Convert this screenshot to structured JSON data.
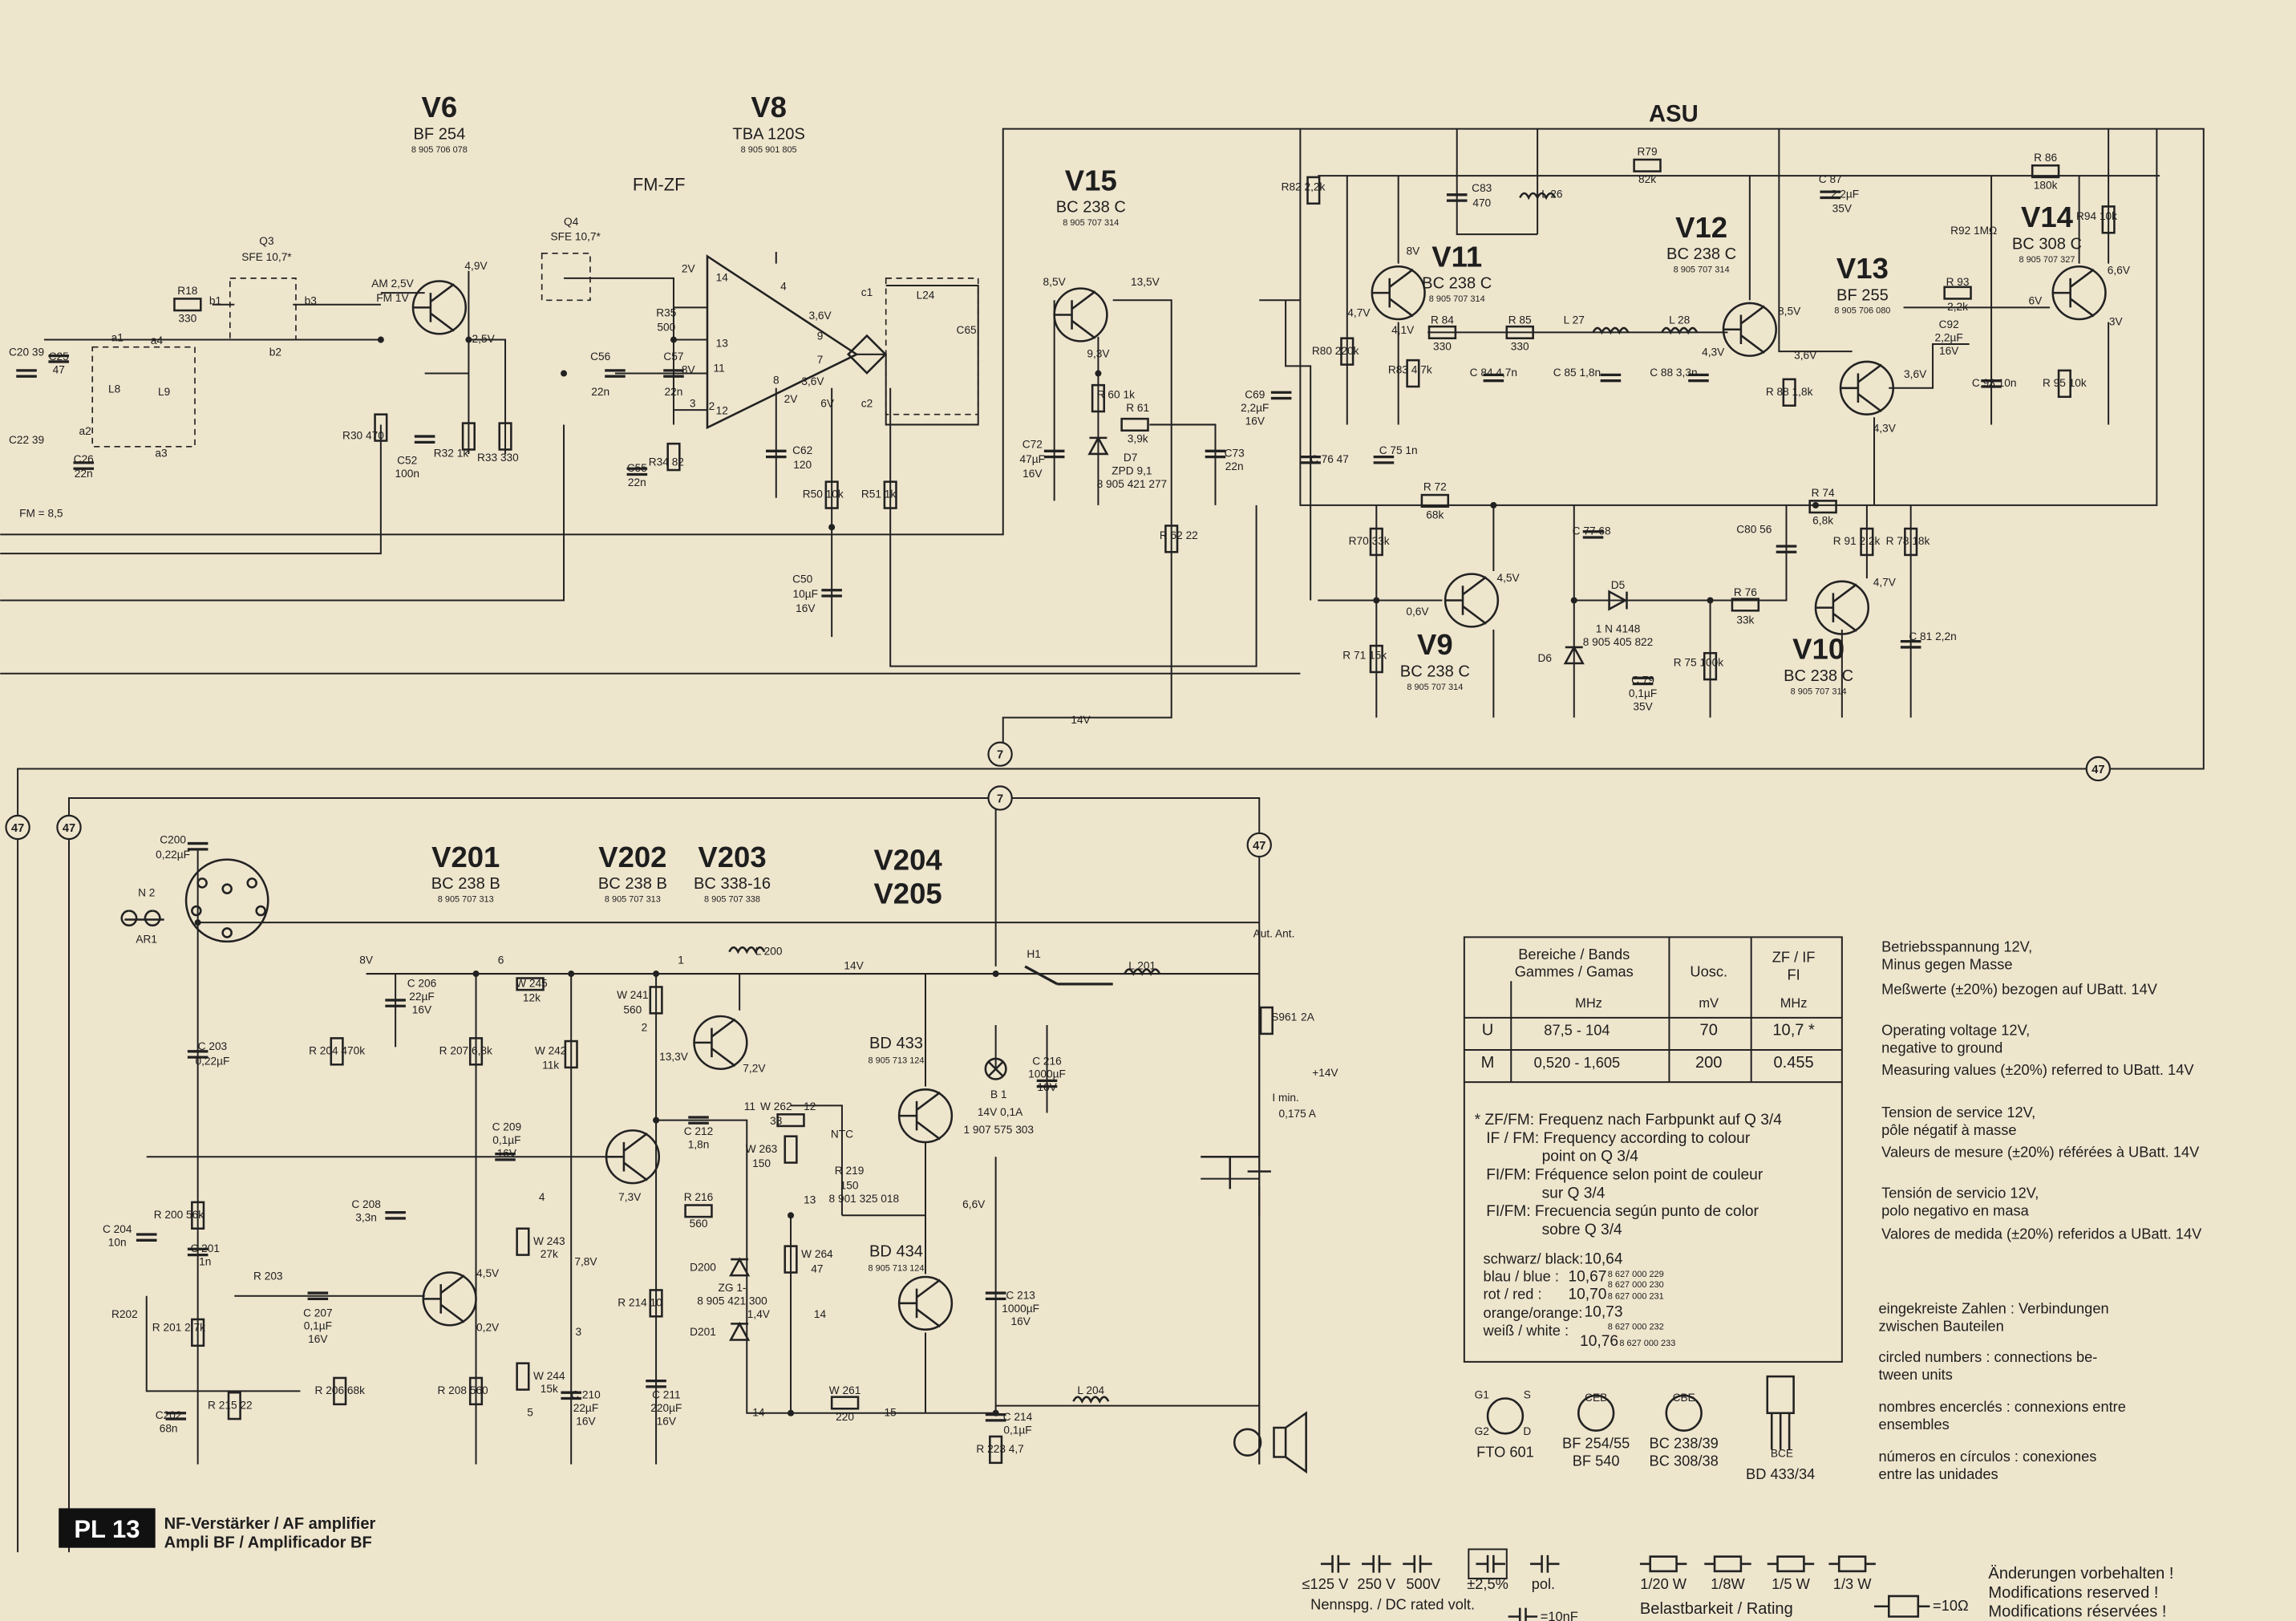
{
  "sections": {
    "asu": "ASU",
    "fmzf": "FM-ZF",
    "board": "PL 13",
    "board_desc1": "NF-Verstärker / AF amplifier",
    "board_desc2": "Ampli BF / Amplificador BF"
  },
  "stages": [
    {
      "name": "V6",
      "type": "BF 254",
      "part": "8 905 706 078"
    },
    {
      "name": "V8",
      "type": "TBA 120S",
      "part": "8 905 901 805"
    },
    {
      "name": "V15",
      "type": "BC 238 C",
      "part": "8 905 707 314"
    },
    {
      "name": "V11",
      "type": "BC 238 C",
      "part": "8 905 707 314"
    },
    {
      "name": "V12",
      "type": "BC 238 C",
      "part": "8 905 707 314"
    },
    {
      "name": "V13",
      "type": "BF 255",
      "part": "8 905 706 080"
    },
    {
      "name": "V14",
      "type": "BC 308 C",
      "part": "8 905 707 327"
    },
    {
      "name": "V9",
      "type": "BC 238 C",
      "part": "8 905 707 314"
    },
    {
      "name": "V10",
      "type": "BC 238 C",
      "part": "8 905 707 314"
    },
    {
      "name": "V201",
      "type": "BC 238 B",
      "part": "8 905 707 313"
    },
    {
      "name": "V202",
      "type": "BC 238 B",
      "part": "8 905 707 313"
    },
    {
      "name": "V203",
      "type": "BC 338-16",
      "part": "8 905 707 338"
    },
    {
      "name": "V204",
      "type": "BD 433",
      "part": "8 905 713 124"
    },
    {
      "name": "V205",
      "type": "BD 434",
      "part": "8 905 713 124"
    }
  ],
  "components": [
    "R18",
    "330",
    "Q3",
    "SFE 10,7*",
    "L8",
    "L9",
    "C25",
    "47",
    "C26",
    "22n",
    "C20 39",
    "C22 39",
    "FM = 8,5",
    "AM 2,5V",
    "FM 1V",
    "4,9V",
    "2,5V",
    "R30 470",
    "C52",
    "100n",
    "R32 1k",
    "",
    "R33 330",
    "",
    "Q4",
    "SFE 10,7*",
    "R35",
    "500",
    "C56",
    "22n",
    "C57",
    "22n",
    "C55",
    "22n",
    "R34 82",
    "",
    "C62",
    "120",
    "R50 10k",
    "",
    "R51 1k",
    "",
    "C50",
    "10µF",
    "16V",
    "L24",
    "C65",
    "8,5V",
    "13,5V",
    "9,3V",
    "R 60 1k",
    "",
    "R 61",
    "3,9k",
    "C72",
    "47µF",
    "16V",
    "D7",
    "ZPD 9,1",
    "8 905 421 277",
    "C73",
    "22n",
    "R 62 22",
    "",
    "14V",
    "R82 2,2k",
    "",
    "C83",
    "470",
    "L 26",
    "R79",
    "82k",
    "C 87",
    "2,2µF",
    "35V",
    "R 86",
    "180k",
    "R92 1MΩ",
    "",
    "R94 10k",
    "",
    "8V",
    "4,7V",
    "4,1V",
    "R 84",
    "330",
    "R 85",
    "330",
    "L 27",
    "L 28",
    "R80 220k",
    "",
    "R83 4,7k",
    "",
    "C 84 4,7n",
    "",
    "C 85 1,8n",
    "",
    "C 88 3,3n",
    "",
    "8,5V",
    "4,3V",
    "3,6V",
    "3,6V",
    "4,3V",
    "R 88 1,8k",
    "",
    "R 93",
    "2,2k",
    "C92",
    "2,2µF",
    "16V",
    "6V",
    "6,6V",
    "3V",
    "C 93 10n",
    "",
    "R 95 10k",
    "",
    "C69",
    "2,2µF",
    "16V",
    "C 76 47",
    "",
    "C 75 1n",
    "",
    "R 72",
    "68k",
    "C 77 68",
    "",
    "R 74",
    "6,8k",
    "C80 56",
    "",
    "R70 33k",
    "",
    "R 91 2,2k",
    "",
    "R 78 18k",
    "",
    "4,5V",
    "0,6V",
    "4,7V",
    "D5",
    "R 76",
    "33k",
    "1 N 4148",
    "8 905 405 822",
    "D6",
    "R 71 15k",
    "",
    "C 79",
    "0,1µF",
    "35V",
    "R 75 100k",
    "",
    "C 81 2,2n",
    "",
    "N 2",
    "AR1",
    "C200",
    "0,22µF",
    "C 203",
    "0,22µF",
    "8V",
    "6",
    "W 245",
    "12k",
    "1",
    "L 200",
    "14V",
    "C 206",
    "22µF",
    "16V",
    "R 204 470k",
    "",
    "R 207 6,8k",
    "",
    "W 241",
    "560",
    "2",
    "W 242",
    "11k",
    "13,3V",
    "7,2V",
    "C 209",
    "0,1µF",
    "16V",
    "C 212",
    "1,8n",
    "11",
    "W 262",
    "33",
    "12",
    "NTC",
    "W 263",
    "150",
    "R 219",
    "150",
    "8 901 325 018",
    "C 204",
    "10n",
    "R 200 56k",
    "",
    "C 201",
    "1n",
    "R 203",
    "C 208",
    "3,3n",
    "4",
    "W 243",
    "27k",
    "7,8V",
    "7,3V",
    "R 216",
    "560",
    "13",
    "6,6V",
    "D200",
    "ZG 1-",
    "8 905 421 300",
    "1,4V",
    "D201",
    "W 264",
    "47",
    "4,5V",
    "0,2V",
    "R202",
    "R 201 2,7k",
    "",
    "C 207",
    "0,1µF",
    "16V",
    "3",
    "W 244",
    "15k",
    "5",
    "R 214 10",
    "",
    "C 211",
    "220µF",
    "16V",
    "C202",
    "68n",
    "R 215 22",
    "",
    "R 206 68k",
    "",
    "R 208 560",
    "",
    "C 210",
    "22µF",
    "16V",
    "W 261",
    "220",
    "14",
    "15",
    "14",
    "C 213",
    "1000µF",
    "16V",
    "C 214",
    "0,1µF",
    "R 223 4,7",
    "",
    "L 204",
    "H1",
    "L 201",
    "+14V",
    "I min.",
    "0,175 A",
    "S961",
    "2A",
    "Aut. Ant.",
    "B 1",
    "14V 0,1A",
    "1 907 575 303",
    "C 216",
    "1000µF",
    "16V",
    "CEB",
    "CBE",
    "BCE",
    "G1",
    "S",
    "G2",
    "D",
    "a1",
    "a2",
    "a3",
    "a4",
    "b1",
    "b2",
    "b3",
    "c1",
    "c2",
    "14",
    "13",
    "12",
    "11",
    "9",
    "7",
    "8",
    "2",
    "3,6V",
    "3,6V",
    "6V",
    "2V",
    "2V",
    "8V",
    "3",
    "4"
  ],
  "connections": {
    "n47": "47",
    "n7": "7"
  },
  "table": {
    "header_band1": "Bereiche / Bands",
    "header_band2": "Gammes / Gamas",
    "header_band_unit": "MHz",
    "header_osc": "Uosc.",
    "header_osc_unit": "mV",
    "header_if1": "ZF / IF",
    "header_if2": "FI",
    "header_if_unit": "MHz",
    "rows": [
      {
        "band": "U",
        "range": "87,5 - 104",
        "osc": "70",
        "if": "10,7 *"
      },
      {
        "band": "M",
        "range": "0,520 - 1,605",
        "osc": "200",
        "if": "0.455"
      }
    ],
    "notes": [
      "* ZF/FM: Frequenz nach Farbpunkt auf Q 3/4",
      "IF / FM: Frequency according to colour",
      "point on Q 3/4",
      "FI/FM: Fréquence selon point de couleur",
      "sur Q 3/4",
      "FI/FM: Frecuencia según punto de color",
      "sobre Q 3/4"
    ],
    "colours": [
      {
        "label": "schwarz/ black:",
        "freq": "10,64",
        "part": "8 627 000 229"
      },
      {
        "label": "blau / blue :",
        "freq": "10,67",
        "part": "8 627 000 230"
      },
      {
        "label": "rot / red :",
        "freq": "10,70",
        "part": "8 627 000 231"
      },
      {
        "label": "orange/orange:",
        "freq": "10,73",
        "part": "8 627 000 232"
      },
      {
        "label": "weiß / white :",
        "freq": "10,76",
        "part": "8 627 000 233"
      }
    ]
  },
  "notes_right": [
    "Betriebsspannung 12V,",
    "Minus gegen Masse",
    "Meßwerte (±20%) bezogen auf UBatt. 14V",
    "Operating voltage 12V,",
    "negative to ground",
    "Measuring values (±20%) referred to UBatt. 14V",
    "Tension de service 12V,",
    "pôle négatif à masse",
    "Valeurs de mesure (±20%) référées à UBatt. 14V",
    "Tensión de servicio 12V,",
    "polo negativo en masa",
    "Valores de medida (±20%) referidos a UBatt. 14V",
    "eingekreiste Zahlen : Verbindungen",
    "zwischen Bauteilen",
    "circled numbers : connections be-",
    "tween units",
    "nombres encerclés : connexions entre",
    "ensembles",
    "números en círculos : conexiones",
    "entre las unidades"
  ],
  "packages": [
    "FTO 601",
    "BF 254/55",
    "BF 540",
    "BC 238/39",
    "BC 308/38",
    "BD 433/34"
  ],
  "legend": {
    "caps": [
      "≤125 V",
      "250 V",
      "500V",
      "±2,5%",
      "pol."
    ],
    "caps_caption": "Nennspg. / DC rated volt.",
    "cap_example": "=10nF",
    "res": [
      "1/20 W",
      "1/8W",
      "1/5 W",
      "1/3 W"
    ],
    "res_caption": "Belastbarkeit / Rating",
    "res_example": "=10Ω",
    "mods": [
      "Änderungen vorbehalten !",
      "Modifications reserved !",
      "Modifications réservées !"
    ]
  }
}
